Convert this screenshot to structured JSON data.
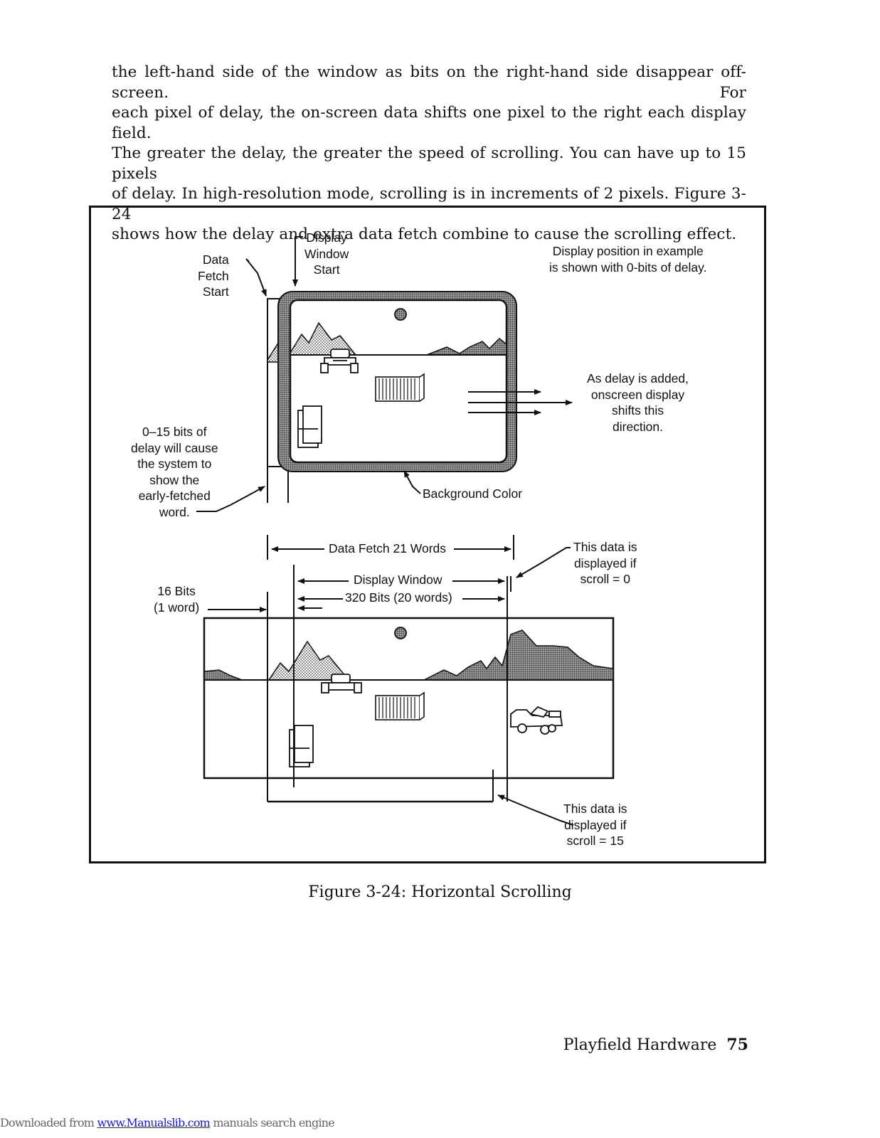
{
  "intro": {
    "lines": [
      "the left-hand side of the window as bits on the right-hand side disappear off-screen. For",
      "each pixel of delay, the on-screen data shifts one pixel to the right each display field.",
      "The greater the delay, the greater the speed of scrolling. You can have up to 15 pixels",
      "of delay. In high-resolution mode, scrolling is in increments of 2 pixels. Figure 3-24",
      "shows how the delay and extra data fetch combine to cause the scrolling effect."
    ]
  },
  "figure": {
    "data_fetch_start": [
      "Data",
      "Fetch",
      "Start"
    ],
    "display_window_start": [
      "Display",
      "Window",
      "Start"
    ],
    "display_position_note": [
      "Display position in example",
      "is shown with 0-bits of delay."
    ],
    "delay_added_note": [
      "As delay is added,",
      "onscreen display",
      "shifts this",
      "direction."
    ],
    "delay_bits_note": [
      "0–15 bits of",
      "delay will cause",
      "the system to",
      "show the",
      "early-fetched",
      "word."
    ],
    "background_color": "Background Color",
    "data_fetch_words": "Data Fetch 21 Words",
    "display_window": "Display Window",
    "display_bits": "320 Bits (20 words)",
    "sixteen_bits": [
      "16 Bits",
      "(1 word)"
    ],
    "scroll0_note": [
      "This data is",
      "displayed if",
      "scroll = 0"
    ],
    "scroll15_note": [
      "This data is",
      "displayed if",
      "scroll = 15"
    ]
  },
  "caption": "Figure 3-24: Horizontal Scrolling",
  "footer": {
    "section": "Playfield Hardware",
    "page": "75"
  },
  "download_bar": {
    "prefix": "Downloaded from ",
    "link": "www.Manualslib.com",
    "suffix": " manuals search engine"
  }
}
